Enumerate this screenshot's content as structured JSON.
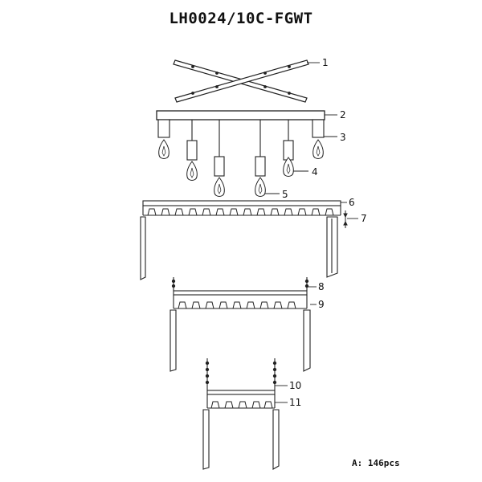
{
  "title": "LH0024/10C-FGWT",
  "note": {
    "prefix": "A:",
    "value": "146pcs"
  },
  "callouts": [
    "1",
    "2",
    "3",
    "4",
    "5",
    "6",
    "7",
    "8",
    "9",
    "10",
    "11"
  ]
}
